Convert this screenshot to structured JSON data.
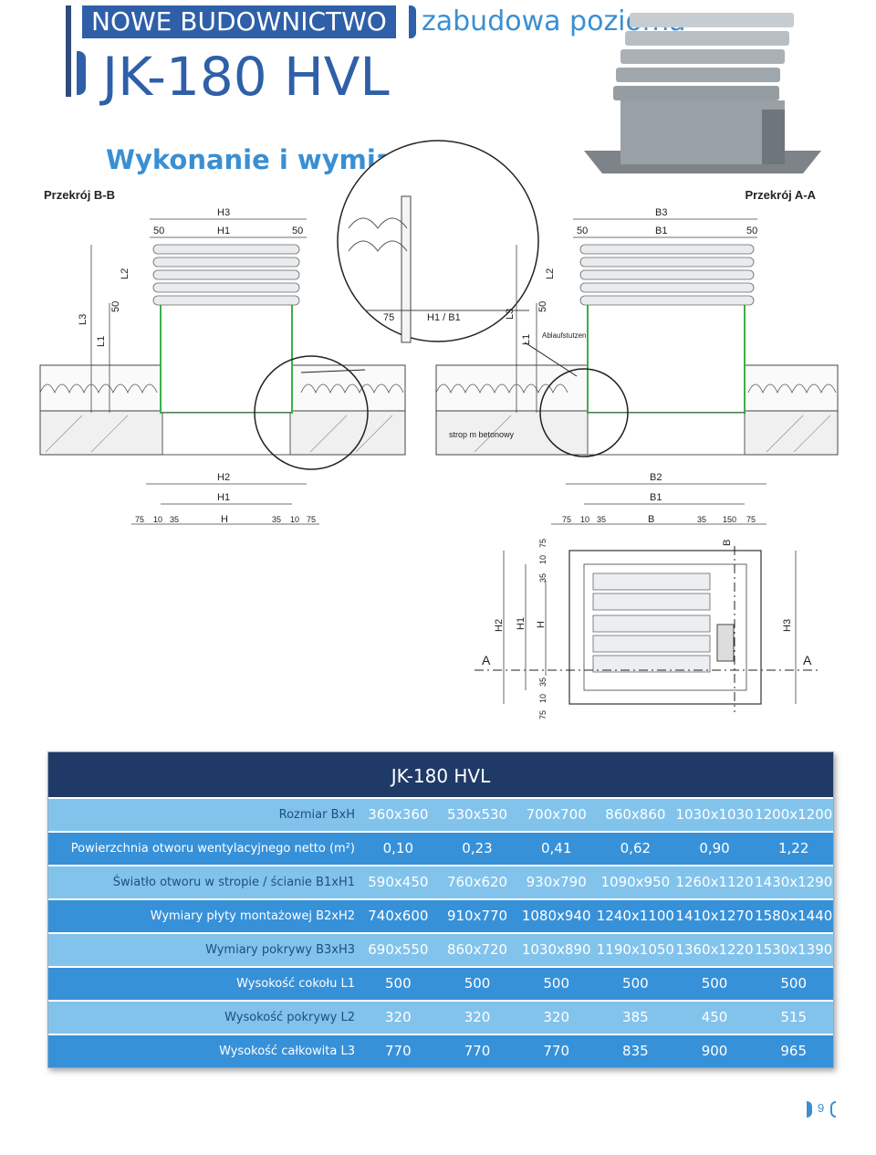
{
  "header": {
    "category": "NOWE BUDOWNICTWO",
    "subcategory": "zabudowa pozioma",
    "model": "JK-180 HVL",
    "section_title": "Wykonanie i wymiary"
  },
  "drawing": {
    "section_left": "Przekrój B-B",
    "section_right": "Przekrój A-A",
    "dims_top_left": [
      "H3",
      "H1",
      "50",
      "50"
    ],
    "dims_top_right": [
      "B3",
      "B1",
      "50",
      "50"
    ],
    "vert_left": [
      "L3",
      "L1",
      "L2",
      "50"
    ],
    "vert_right": [
      "L3",
      "L1",
      "L2",
      "50"
    ],
    "detail": [
      "75",
      "H1 / B1"
    ],
    "drain_label": "Ablaufstutzen",
    "slab_label": "strop m betonowy",
    "bottom_left": [
      "H2",
      "H1",
      "H",
      "75",
      "10",
      "35",
      "35",
      "10",
      "75"
    ],
    "bottom_right": [
      "B2",
      "B1",
      "B",
      "75",
      "10",
      "35",
      "35",
      "150",
      "75"
    ],
    "plan_vert": [
      "H2",
      "H1",
      "H",
      "H3",
      "75",
      "10",
      "35",
      "35",
      "10",
      "75"
    ],
    "plan_marks": [
      "A",
      "A",
      "B"
    ]
  },
  "table": {
    "title": "JK-180 HVL",
    "rows": [
      {
        "label": "Rozmiar BxH",
        "values": [
          "360x360",
          "530x530",
          "700x700",
          "860x860",
          "1030x1030",
          "1200x1200"
        ]
      },
      {
        "label": "Powierzchnia otworu wentylacyjnego netto (m²)",
        "values": [
          "0,10",
          "0,23",
          "0,41",
          "0,62",
          "0,90",
          "1,22"
        ]
      },
      {
        "label": "Światło otworu w stropie / ścianie B1xH1",
        "values": [
          "590x450",
          "760x620",
          "930x790",
          "1090x950",
          "1260x1120",
          "1430x1290"
        ]
      },
      {
        "label": "Wymiary płyty montażowej B2xH2",
        "values": [
          "740x600",
          "910x770",
          "1080x940",
          "1240x1100",
          "1410x1270",
          "1580x1440"
        ]
      },
      {
        "label": "Wymiary pokrywy B3xH3",
        "values": [
          "690x550",
          "860x720",
          "1030x890",
          "1190x1050",
          "1360x1220",
          "1530x1390"
        ]
      },
      {
        "label": "Wysokość cokołu L1",
        "values": [
          "500",
          "500",
          "500",
          "500",
          "500",
          "500"
        ]
      },
      {
        "label": "Wysokość pokrywy L2",
        "values": [
          "320",
          "320",
          "320",
          "385",
          "450",
          "515"
        ]
      },
      {
        "label": "Wysokość całkowita L3",
        "values": [
          "770",
          "770",
          "770",
          "835",
          "900",
          "965"
        ]
      }
    ]
  },
  "footer": {
    "page": "9"
  }
}
